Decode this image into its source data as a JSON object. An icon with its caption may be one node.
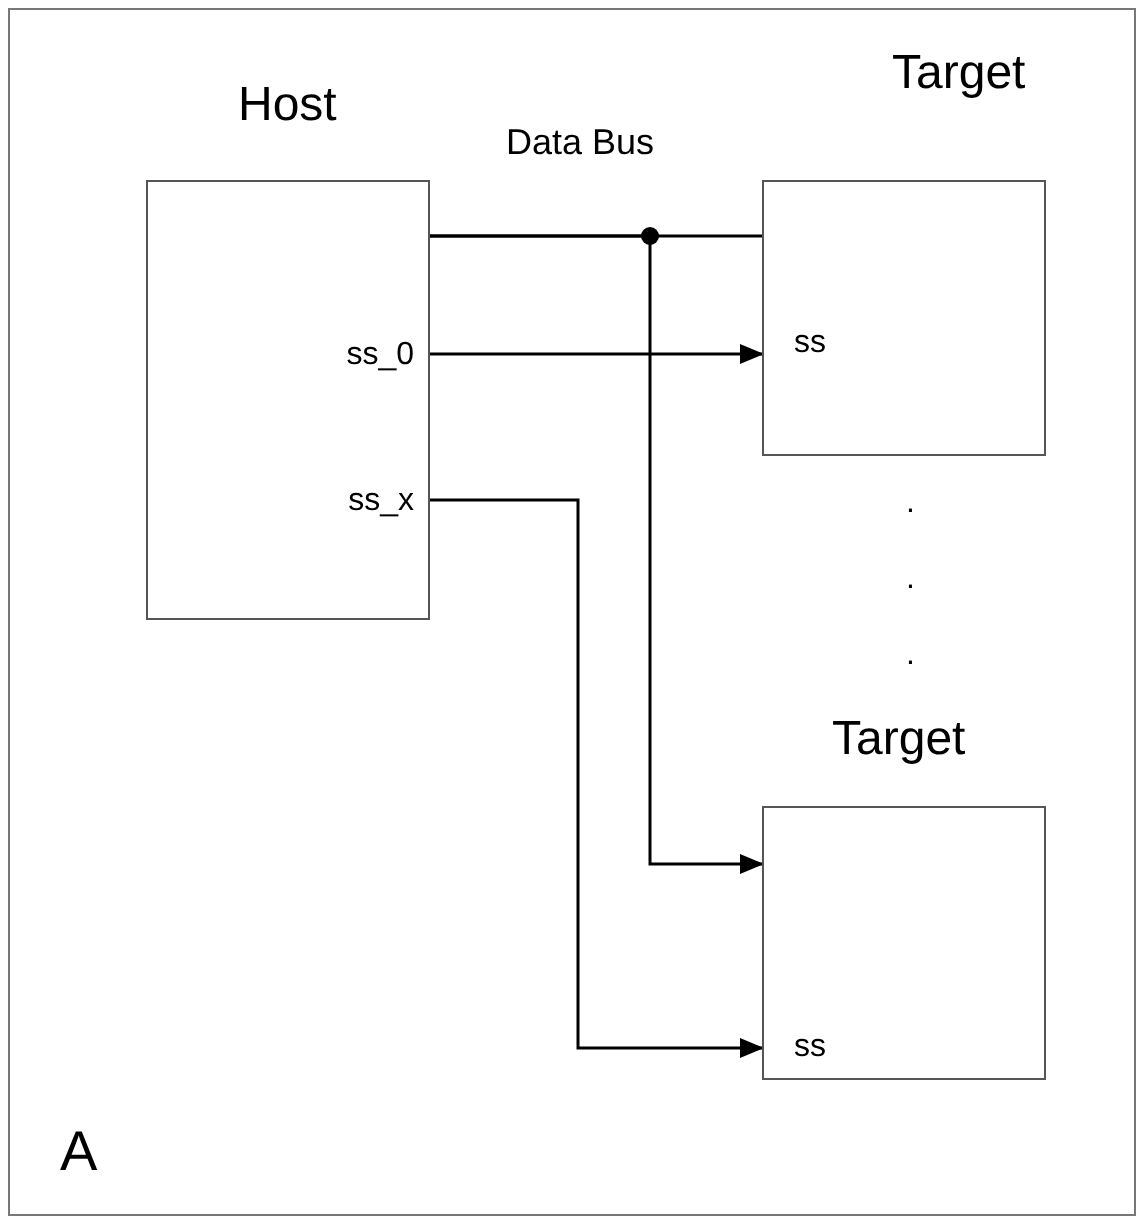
{
  "diagram": {
    "nodes": [
      {
        "text": [
          "Host",
          "ss_0",
          "ss_x"
        ]
      },
      {
        "text": [
          "Target",
          "ss"
        ]
      },
      {
        "text": [
          "Target",
          "ss"
        ]
      }
    ],
    "edges": [
      {
        "from": 0,
        "to": 1,
        "arrow": "none",
        "label": "Data Bus"
      },
      {
        "from": 0,
        "to": 2,
        "arrow": "to"
      },
      {
        "from": 0,
        "to": 1,
        "arrow": "to"
      },
      {
        "from": 0,
        "to": 2,
        "arrow": "to"
      }
    ],
    "labels": [
      ".",
      ".",
      ".",
      "A"
    ]
  }
}
